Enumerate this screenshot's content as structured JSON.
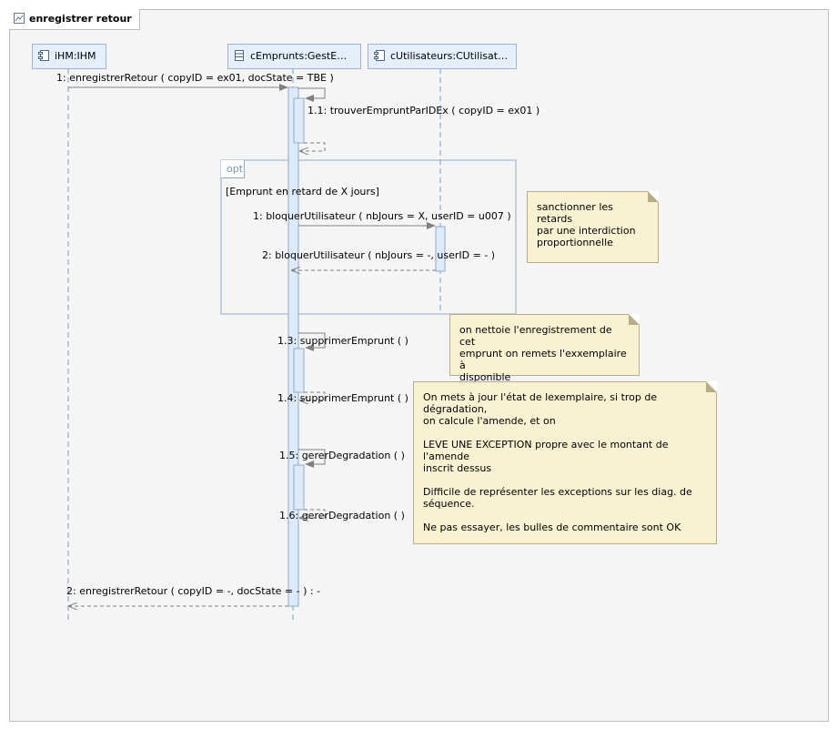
{
  "diagram": {
    "title": "enregistrer retour",
    "lifelines": [
      {
        "label": "iHM:IHM",
        "icon": "component-icon"
      },
      {
        "label": "cEmprunts:GestEm...",
        "icon": "class-icon"
      },
      {
        "label": "cUtilisateurs:CUtilisateurs",
        "icon": "component-icon"
      }
    ],
    "messages": [
      {
        "id": "m1",
        "text": "1: enregistrerRetour ( copyID = ex01, docState = TBE )"
      },
      {
        "id": "m1_1",
        "text": "1.1: trouverEmpruntParIDEx ( copyID = ex01 )"
      },
      {
        "id": "m_opt1",
        "text": "1: bloquerUtilisateur ( nbJours = X, userID = u007 )"
      },
      {
        "id": "m_opt2",
        "text": "2: bloquerUtilisateur ( nbJours = -, userID = - )"
      },
      {
        "id": "m1_3",
        "text": "1.3: supprimerEmprunt (  )"
      },
      {
        "id": "m1_4",
        "text": "1.4: supprimerEmprunt (  )"
      },
      {
        "id": "m1_5",
        "text": "1.5: gererDegradation (  )"
      },
      {
        "id": "m1_6",
        "text": "1.6: gererDegradation (  )"
      },
      {
        "id": "m2",
        "text": "2: enregistrerRetour ( copyID = -, docState = - ) : -"
      }
    ],
    "fragment": {
      "operator": "opt",
      "guard": "[Emprunt en retard de X jours]"
    },
    "notes": [
      {
        "lines": [
          "sanctionner les retards",
          "par une interdiction",
          "proportionnelle"
        ]
      },
      {
        "lines": [
          "on nettoie l'enregistrement de cet",
          "emprunt on remets l'exxemplaire à",
          "disponible"
        ]
      },
      {
        "paragraphs": [
          [
            "On mets à jour l'état de lexemplaire, si trop de dégradation,",
            "on calcule l'amende, et on"
          ],
          [
            "LEVE UNE EXCEPTION propre avec le montant de l'amende",
            "inscrit dessus"
          ],
          [
            "Difficile de représenter les exceptions sur les diag. de",
            "séquence."
          ],
          [
            "Ne pas essayer, les bulles de commentaire sont OK"
          ]
        ]
      }
    ],
    "colors": {
      "lifeline_fill": "#e4effb",
      "lifeline_border": "#9fb4cc",
      "activation_fill": "#ddeafa",
      "fragment_border": "#8fa9c7",
      "note_fill": "#f9f2d2",
      "arrow": "#7f7f7f"
    }
  }
}
